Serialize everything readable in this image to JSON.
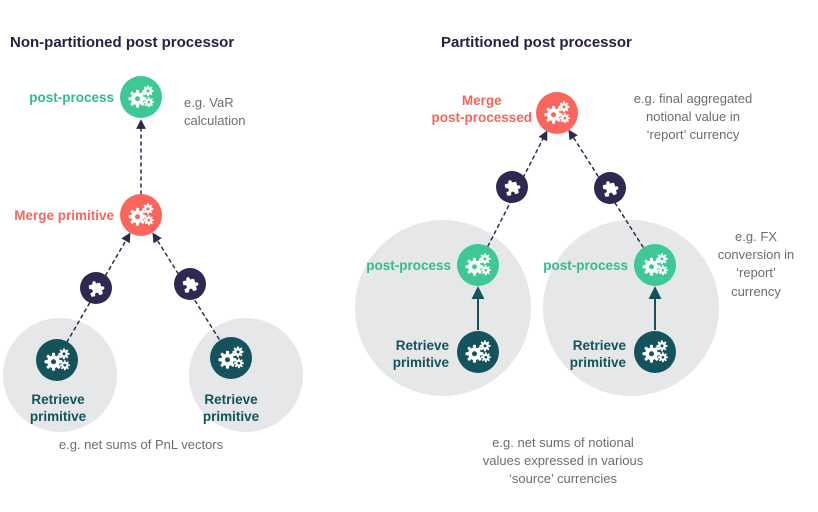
{
  "colors": {
    "navy": "#2e2950",
    "green": "#3ec896",
    "green_text": "#2fbe8a",
    "coral": "#fa655c",
    "teal": "#13535c",
    "circle_background": "#e5e7e9",
    "note_gray": "#6c6c75",
    "title_navy": "#241f44"
  },
  "icons": {
    "process_node": "gears-icon",
    "connector_node": "puzzle-piece-icon"
  },
  "left": {
    "title": "Non-partitioned post processor",
    "post_process": "post-process",
    "note_var": "e.g. VaR\ncalculation",
    "merge": "Merge primitive",
    "retrieve_a": "Retrieve primitive",
    "retrieve_b": "Retrieve primitive",
    "note_bottom": "e.g. net sums of PnL vectors"
  },
  "right": {
    "title": "Partitioned post processor",
    "merge": "Merge\npost-processed",
    "note_aggregated": "e.g. final aggregated\nnotional value in\n‘report’ currency",
    "post_process_a": "post-process",
    "post_process_b": "post-process",
    "retrieve_a": "Retrieve\nprimitive",
    "retrieve_b": "Retrieve\nprimitive",
    "note_fx": "e.g. FX\nconversion in\n‘report’\ncurrency",
    "note_bottom": "e.g. net sums of notional\nvalues expressed in various\n‘source’ currencies"
  }
}
